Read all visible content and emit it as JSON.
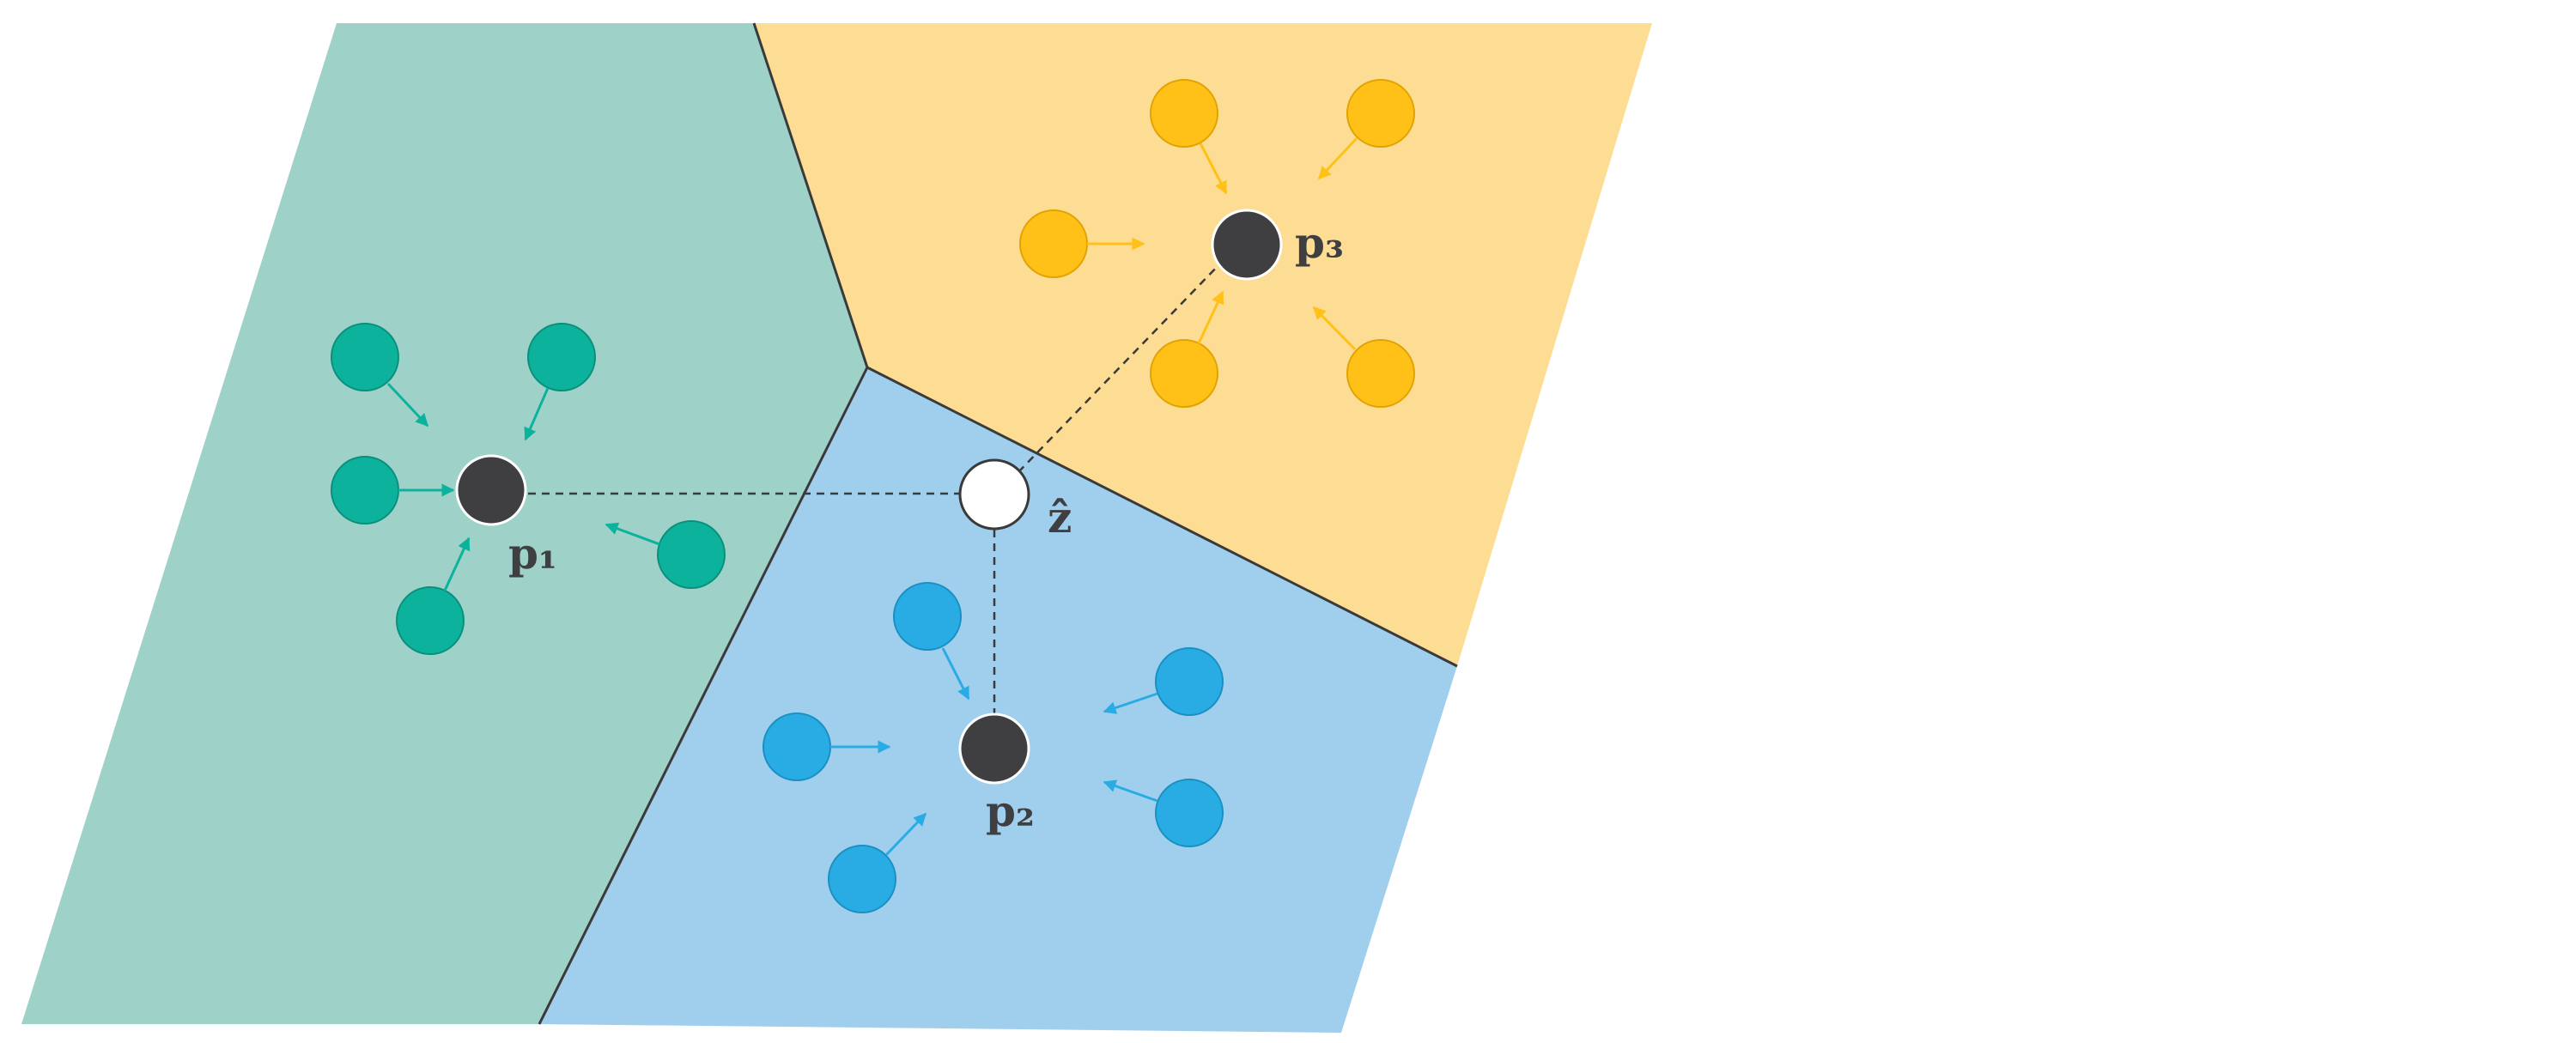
{
  "colors": {
    "region_green": "#9ed2c8",
    "region_yellow": "#fddc93",
    "region_blue": "#a0cfee",
    "dot_green": "#0cb29c",
    "dot_green_stroke": "#0b8f7d",
    "dot_yellow": "#ffc117",
    "dot_yellow_stroke": "#e0a300",
    "dot_blue": "#29ace3",
    "dot_blue_stroke": "#1a8fc2",
    "prototype": "#3f3f42",
    "query": "#ffffff",
    "border": "#3a3a3a",
    "dashed": "#3a3a3a"
  },
  "labels": {
    "p1": "p₁",
    "p2": "p₂",
    "p3": "p₃",
    "z_hat": "ẑ"
  }
}
